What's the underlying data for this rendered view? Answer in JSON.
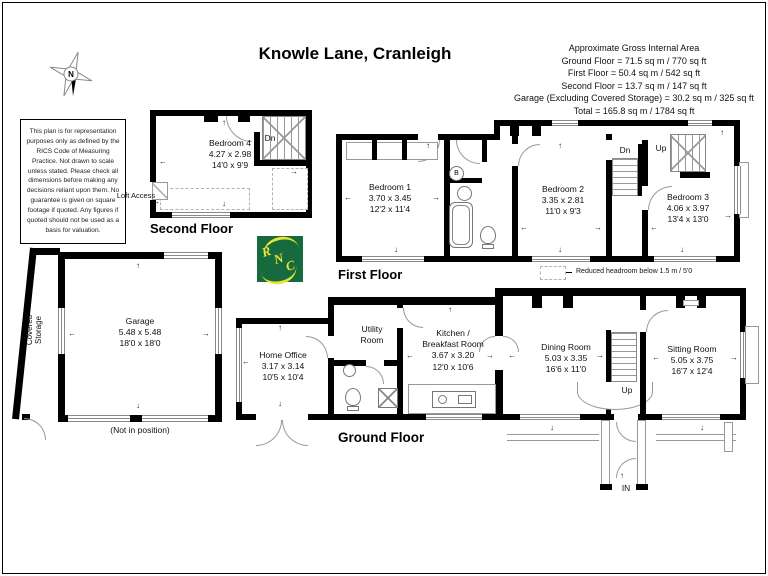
{
  "title": "Knowle Lane, Cranleigh",
  "area_summary": {
    "heading": "Approximate Gross Internal Area",
    "lines": [
      "Ground Floor = 71.5 sq m / 770 sq ft",
      "First Floor = 50.4 sq m / 542 sq ft",
      "Second Floor = 13.7 sq m / 147 sq ft",
      "Garage (Excluding Covered Storage) = 30.2 sq m / 325 sq ft",
      "Total = 165.8 sq m / 1784 sq ft"
    ]
  },
  "disclaimer": "This plan is for representation purposes only as defined by the RICS Code of Measuring Practice. Not drawn to scale unless stated. Please check all dimensions before making any decisions reliant upon them. No guarantee is given on square footage if quoted. Any figures if quoted should not be used as a basis for valuation.",
  "floors": {
    "second": "Second Floor",
    "first": "First Floor",
    "ground": "Ground Floor"
  },
  "rooms": {
    "bedroom4": {
      "name": "Bedroom 4",
      "metric": "4.27 x 2.98",
      "imperial": "14'0 x 9'9"
    },
    "bedroom1": {
      "name": "Bedroom 1",
      "metric": "3.70 x 3.45",
      "imperial": "12'2 x 11'4"
    },
    "bedroom2": {
      "name": "Bedroom 2",
      "metric": "3.35 x 2.81",
      "imperial": "11'0 x 9'3"
    },
    "bedroom3": {
      "name": "Bedroom 3",
      "metric": "4.06 x 3.97",
      "imperial": "13'4 x 13'0"
    },
    "garage": {
      "name": "Garage",
      "metric": "5.48 x 5.48",
      "imperial": "18'0 x 18'0"
    },
    "home_office": {
      "name": "Home Office",
      "metric": "3.17 x 3.14",
      "imperial": "10'5 x 10'4"
    },
    "utility": {
      "name_line1": "Utility",
      "name_line2": "Room"
    },
    "kitchen": {
      "name_line1": "Kitchen /",
      "name_line2": "Breakfast Room",
      "metric": "3.67 x 3.20",
      "imperial": "12'0 x 10'6"
    },
    "dining": {
      "name": "Dining Room",
      "metric": "5.03 x 3.35",
      "imperial": "16'6 x 11'0"
    },
    "sitting": {
      "name": "Sitting Room",
      "metric": "5.05 x 3.75",
      "imperial": "16'7 x 12'4"
    }
  },
  "annotations": {
    "loft_access": "Loft Access",
    "covered_line1": "Covered",
    "covered_line2": "Storage",
    "not_in_position": "(Not in position)",
    "down": "Dn",
    "up": "Up",
    "entrance": "IN",
    "boiler": "B",
    "legend": "Reduced headroom below 1.5 m / 5'0",
    "compass_n": "N"
  },
  "logo": {
    "letters": [
      "R",
      "N",
      "C"
    ],
    "green": "#156a3e",
    "yellow": "#e9e436"
  }
}
